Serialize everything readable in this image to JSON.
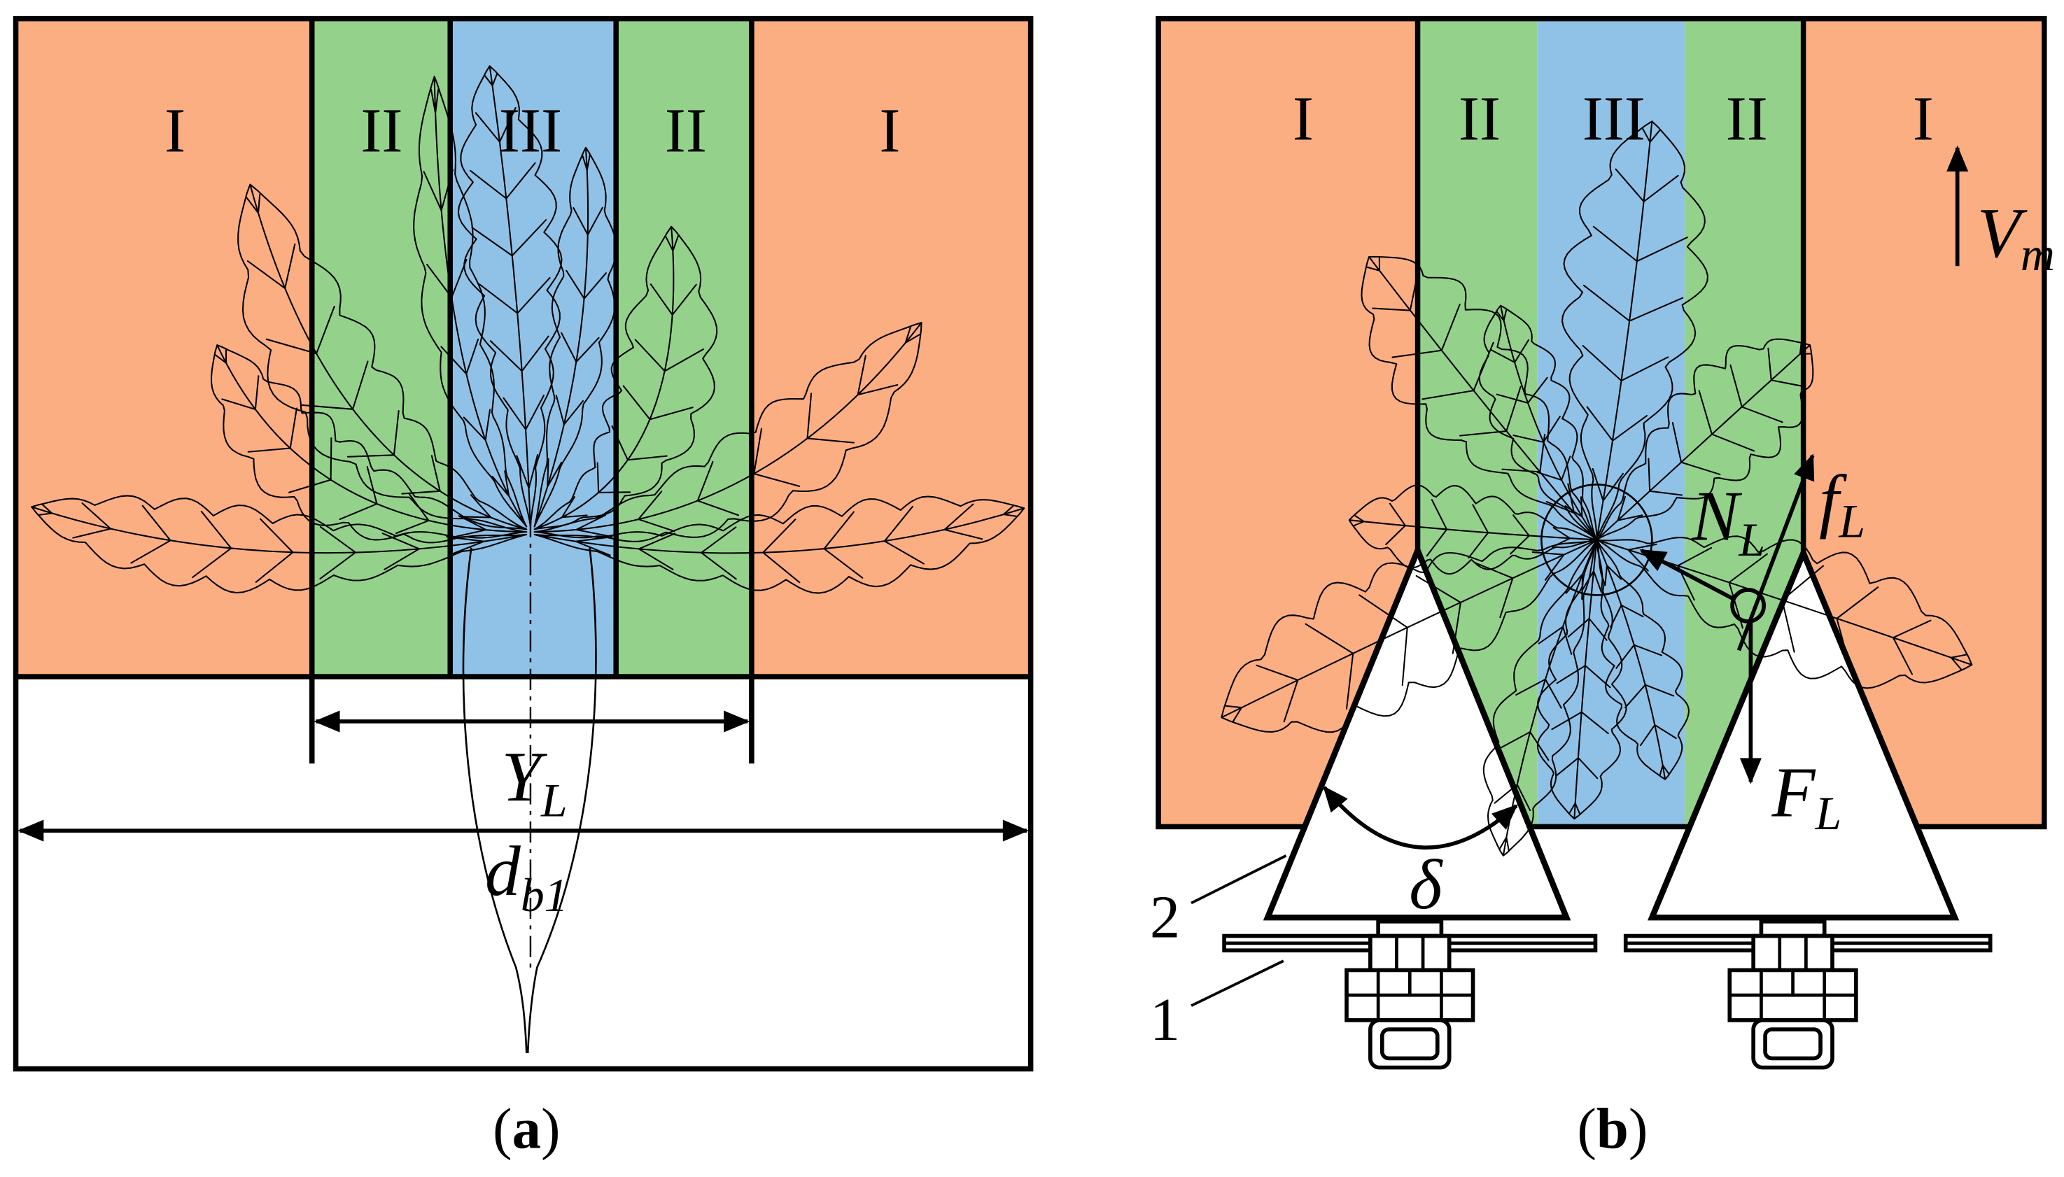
{
  "colors": {
    "zone_I": "#FBAE82",
    "zone_II": "#94D28B",
    "zone_III": "#90C2E7"
  },
  "panel_a": {
    "zone_labels": [
      "I",
      "II",
      "III",
      "II",
      "I"
    ],
    "row_width": {
      "symbol": "Y",
      "subscript": "L"
    },
    "span": {
      "symbol": "d",
      "subscript": "b1"
    },
    "caption": [
      "(",
      "a",
      ")"
    ]
  },
  "panel_b": {
    "zone_labels": [
      "I",
      "II",
      "III",
      "II",
      "I"
    ],
    "velocity": {
      "symbol": "V",
      "subscript": "m"
    },
    "normal": {
      "symbol": "N",
      "subscript": "L"
    },
    "friction": {
      "symbol": "f",
      "subscript": "L"
    },
    "force": {
      "symbol": "F",
      "subscript": "L"
    },
    "angle": "δ",
    "part_numbers": [
      "1",
      "2"
    ],
    "caption": [
      "(",
      "b",
      ")"
    ]
  }
}
